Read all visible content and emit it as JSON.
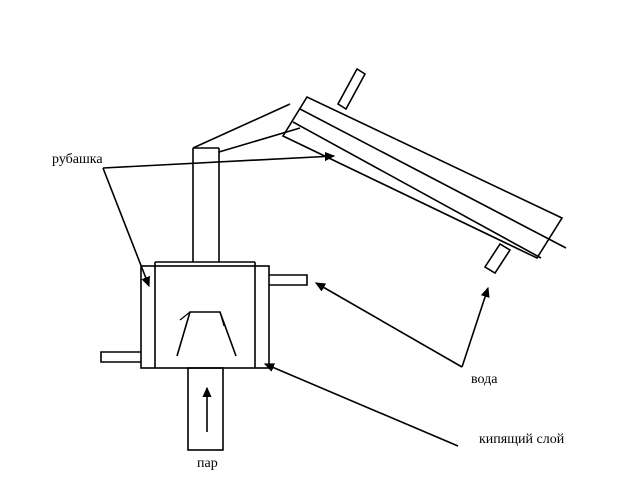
{
  "labels": {
    "jacket": "рубашка",
    "water": "вода",
    "boiling_bed": "кипящий слой",
    "steam": "пар"
  },
  "colors": {
    "background": "#ffffff",
    "stroke": "#000000"
  }
}
